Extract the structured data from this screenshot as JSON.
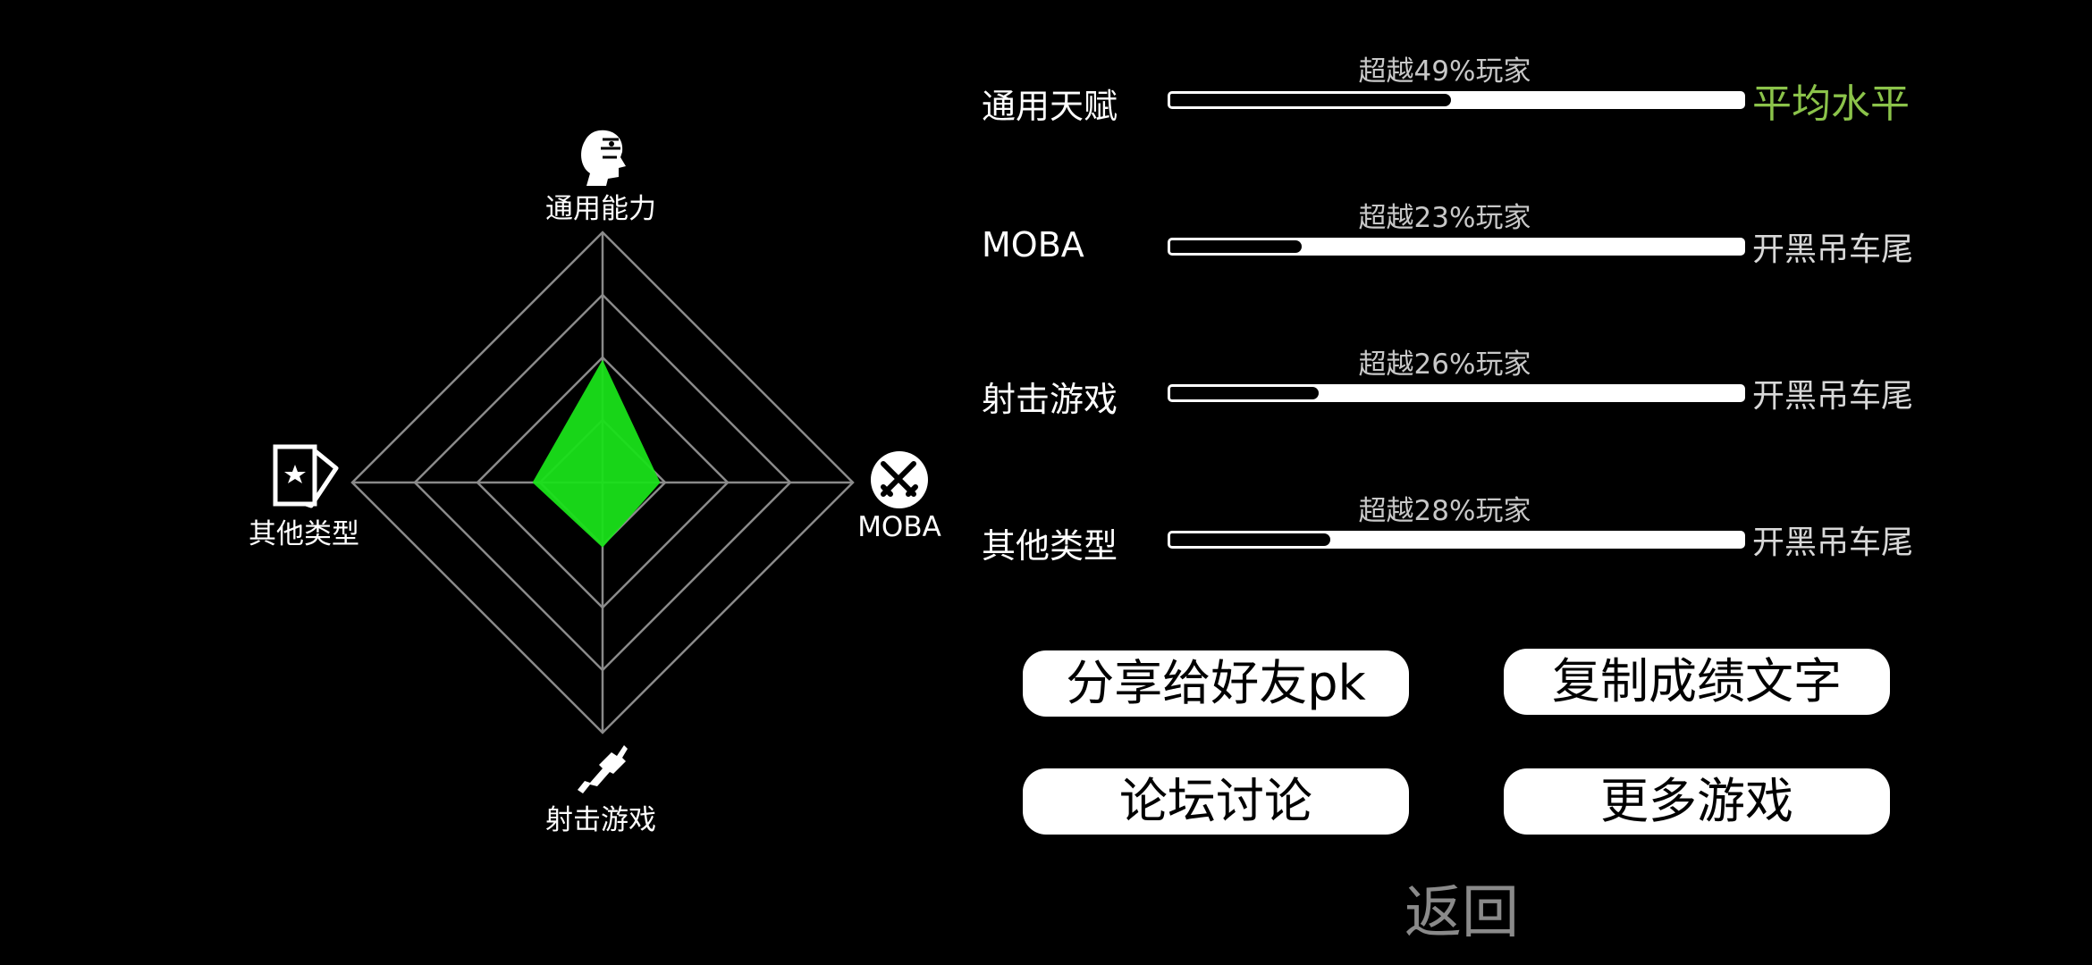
{
  "colors": {
    "background": "#000000",
    "radar_fill": "#19e019",
    "radar_grid": "#8a8a8a",
    "good_rating": "#8bc34a",
    "normal_rating": "#d8d8d8",
    "caption": "#c8c8c8",
    "back": "#8a8a8a"
  },
  "radar": {
    "axes": [
      {
        "label": "通用能力",
        "icon": "robot-head-icon",
        "value": 0.49
      },
      {
        "label": "MOBA",
        "icon": "crossed-swords-icon",
        "value": 0.23
      },
      {
        "label": "射击游戏",
        "icon": "rifle-icon",
        "value": 0.26
      },
      {
        "label": "其他类型",
        "icon": "cards-icon",
        "value": 0.28
      }
    ],
    "rings": 4
  },
  "stats": [
    {
      "label": "通用天赋",
      "caption": "超越49%玩家",
      "percent": 49,
      "rating": "平均水平",
      "rating_level": "good"
    },
    {
      "label": "MOBA",
      "caption": "超越23%玩家",
      "percent": 23,
      "rating": "开黑吊车尾",
      "rating_level": "normal"
    },
    {
      "label": "射击游戏",
      "caption": "超越26%玩家",
      "percent": 26,
      "rating": "开黑吊车尾",
      "rating_level": "normal"
    },
    {
      "label": "其他类型",
      "caption": "超越28%玩家",
      "percent": 28,
      "rating": "开黑吊车尾",
      "rating_level": "normal"
    }
  ],
  "buttons": {
    "share": "分享给好友pk",
    "copy": "复制成绩文字",
    "forum": "论坛讨论",
    "more": "更多游戏",
    "back": "返回"
  }
}
